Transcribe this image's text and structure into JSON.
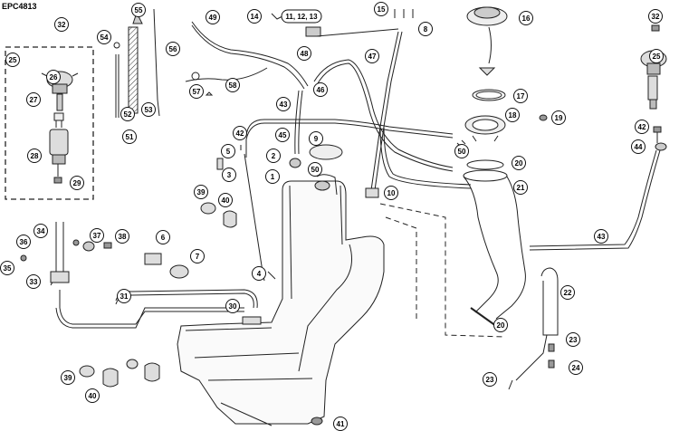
{
  "ref_code": "EPC4813",
  "callouts": [
    {
      "id": "c1",
      "label": "1"
    },
    {
      "id": "c2",
      "label": "2"
    },
    {
      "id": "c3",
      "label": "3"
    },
    {
      "id": "c4",
      "label": "4"
    },
    {
      "id": "c5",
      "label": "5"
    },
    {
      "id": "c6",
      "label": "6"
    },
    {
      "id": "c7",
      "label": "7"
    },
    {
      "id": "c8",
      "label": "8"
    },
    {
      "id": "c9",
      "label": "9"
    },
    {
      "id": "c10",
      "label": "10"
    },
    {
      "id": "c11",
      "label": "11, 12, 13"
    },
    {
      "id": "c14",
      "label": "14"
    },
    {
      "id": "c15",
      "label": "15"
    },
    {
      "id": "c16",
      "label": "16"
    },
    {
      "id": "c17",
      "label": "17"
    },
    {
      "id": "c18",
      "label": "18"
    },
    {
      "id": "c19",
      "label": "19"
    },
    {
      "id": "c20a",
      "label": "20"
    },
    {
      "id": "c20b",
      "label": "20"
    },
    {
      "id": "c21",
      "label": "21"
    },
    {
      "id": "c22",
      "label": "22"
    },
    {
      "id": "c23a",
      "label": "23"
    },
    {
      "id": "c23b",
      "label": "23"
    },
    {
      "id": "c24",
      "label": "24"
    },
    {
      "id": "c25a",
      "label": "25"
    },
    {
      "id": "c25b",
      "label": "25"
    },
    {
      "id": "c26",
      "label": "26"
    },
    {
      "id": "c27",
      "label": "27"
    },
    {
      "id": "c28",
      "label": "28"
    },
    {
      "id": "c29",
      "label": "29"
    },
    {
      "id": "c30",
      "label": "30"
    },
    {
      "id": "c31",
      "label": "31"
    },
    {
      "id": "c32a",
      "label": "32"
    },
    {
      "id": "c32b",
      "label": "32"
    },
    {
      "id": "c33",
      "label": "33"
    },
    {
      "id": "c34",
      "label": "34"
    },
    {
      "id": "c35",
      "label": "35"
    },
    {
      "id": "c36",
      "label": "36"
    },
    {
      "id": "c37",
      "label": "37"
    },
    {
      "id": "c38",
      "label": "38"
    },
    {
      "id": "c39a",
      "label": "39"
    },
    {
      "id": "c39b",
      "label": "39"
    },
    {
      "id": "c40a",
      "label": "40"
    },
    {
      "id": "c40b",
      "label": "40"
    },
    {
      "id": "c41",
      "label": "41"
    },
    {
      "id": "c42a",
      "label": "42"
    },
    {
      "id": "c42b",
      "label": "42"
    },
    {
      "id": "c43a",
      "label": "43"
    },
    {
      "id": "c43b",
      "label": "43"
    },
    {
      "id": "c44",
      "label": "44"
    },
    {
      "id": "c45",
      "label": "45"
    },
    {
      "id": "c46",
      "label": "46"
    },
    {
      "id": "c47",
      "label": "47"
    },
    {
      "id": "c48",
      "label": "48"
    },
    {
      "id": "c49",
      "label": "49"
    },
    {
      "id": "c50a",
      "label": "50"
    },
    {
      "id": "c50b",
      "label": "50"
    },
    {
      "id": "c51",
      "label": "51"
    },
    {
      "id": "c52",
      "label": "52"
    },
    {
      "id": "c53",
      "label": "53"
    },
    {
      "id": "c54",
      "label": "54"
    },
    {
      "id": "c55",
      "label": "55"
    },
    {
      "id": "c56",
      "label": "56"
    },
    {
      "id": "c57",
      "label": "57"
    },
    {
      "id": "c58",
      "label": "58"
    }
  ]
}
